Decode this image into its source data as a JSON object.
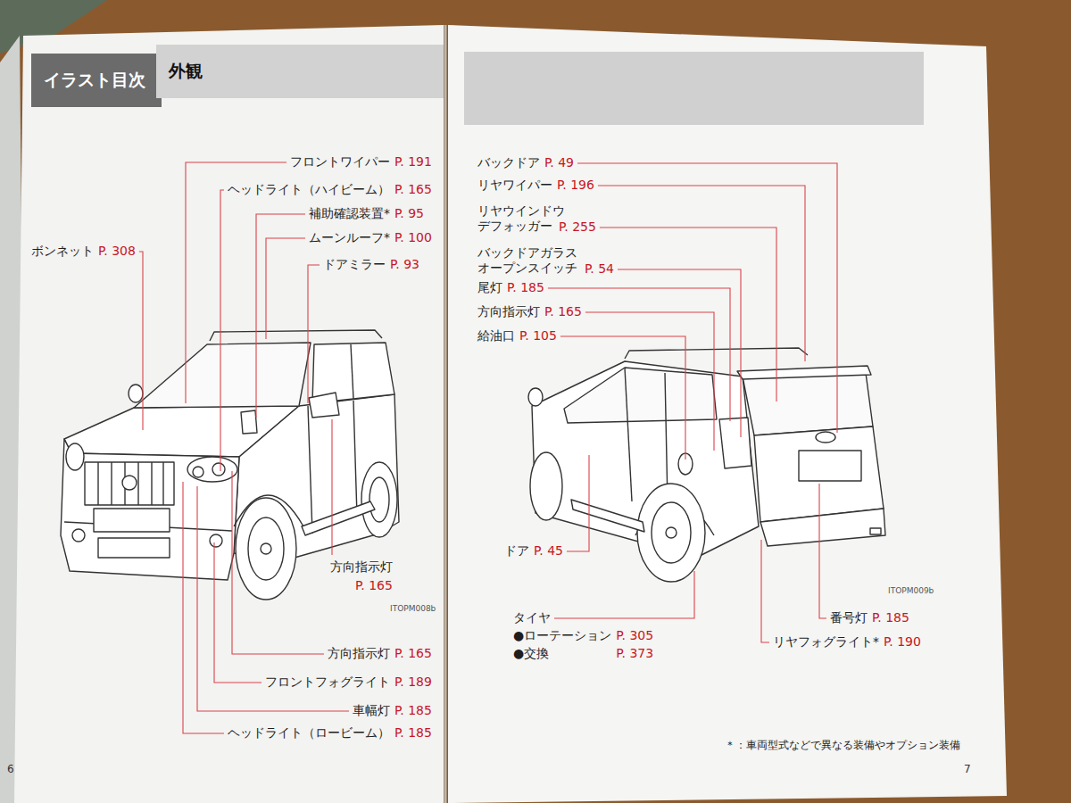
{
  "diagram": {
    "nodes": [
      {
        "text": [
          "イラスト目次"
        ]
      },
      {
        "text": [
          "外観"
        ]
      }
    ],
    "labels": [
      "フロントワイパー",
      "P. 191",
      "ヘッドライト（ハイビーム）",
      "P. 165",
      "補助確認装置*",
      "P. 95",
      "ムーンルーフ*",
      "P. 100",
      "ドアミラー",
      "P. 93",
      "ボンネット",
      "P. 308",
      "方向指示灯",
      "P. 165",
      "方向指示灯",
      "P. 165",
      "フロントフォグライト",
      "P. 189",
      "車幅灯",
      "P. 185",
      "ヘッドライト（ロービーム）",
      "P. 185",
      "ITOPM008b",
      "6",
      "バックドア",
      "P. 49",
      "リヤワイパー",
      "P. 196",
      "リヤウインドウ デフォッガー",
      "P. 255",
      "バックドアガラス オープンスイッチ",
      "P. 54",
      "尾灯",
      "P. 185",
      "方向指示灯",
      "P. 165",
      "給油口",
      "P. 105",
      "ドア",
      "P. 45",
      "タイヤ",
      "●ローテーション",
      "P. 305",
      "●交換",
      "P. 373",
      "番号灯",
      "P. 185",
      "リヤフォグライト*",
      "P. 190",
      "ITOPM009b",
      "＊：車両型式などで異なる装備やオプション装備",
      "7"
    ]
  }
}
